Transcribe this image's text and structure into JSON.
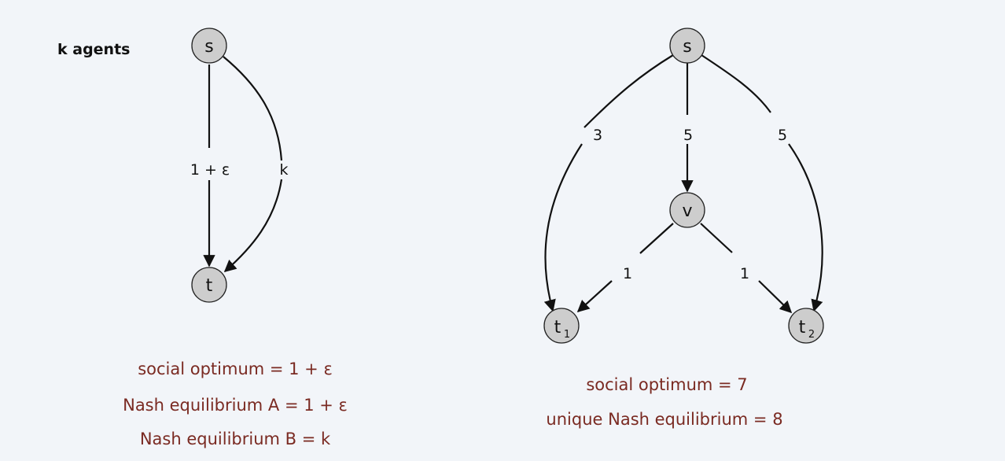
{
  "left_graph": {
    "agents_label": "k agents",
    "nodes": {
      "s": "s",
      "t": "t"
    },
    "edges": {
      "s_t_straight": "1 + ε",
      "s_t_curve": "k"
    },
    "captions": [
      "social optimum = 1 + ε",
      "Nash equilibrium A = 1 + ε",
      "Nash equilibrium B = k"
    ]
  },
  "right_graph": {
    "nodes": {
      "s": "s",
      "v": "v",
      "t1": "t",
      "t1_sub": "1",
      "t2": "t",
      "t2_sub": "2"
    },
    "edges": {
      "s_t1": "3",
      "s_v": "5",
      "s_t2": "5",
      "v_t1": "1",
      "v_t2": "1"
    },
    "captions": [
      "social optimum = 7",
      "unique Nash equilibrium = 8"
    ]
  }
}
